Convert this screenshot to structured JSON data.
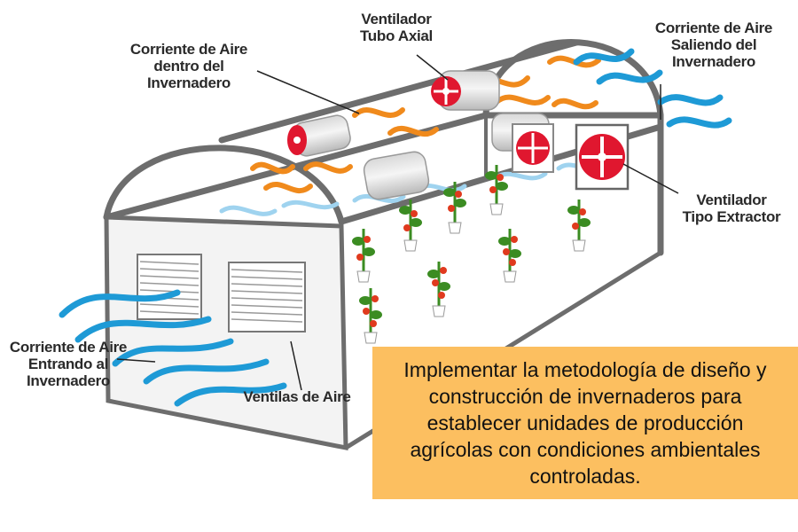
{
  "labels": {
    "fan_axial": [
      "Ventilador",
      "Tubo Axial"
    ],
    "air_inside": [
      "Corriente de Aire",
      "dentro del",
      "Invernadero"
    ],
    "air_out": [
      "Corriente de Aire",
      "Saliendo del",
      "Invernadero"
    ],
    "fan_extractor": [
      "Ventilador",
      "Tipo Extractor"
    ],
    "air_in": [
      "Corriente de Aire",
      "Entrando al",
      "Invernadero"
    ],
    "vents": [
      "Ventilas de Aire"
    ]
  },
  "callout": {
    "text": "Implementar la metodología de diseño y construcción de invernaderos para establecer unidades de producción agrícolas con condiciones ambientales controladas."
  },
  "colors": {
    "frame": "#6d6d6d",
    "wall": "#f2f2f2",
    "air_warm": "#f08a1c",
    "air_cool": "#1e9ad6",
    "air_pale": "#9fd3ef",
    "fan_red": "#e0172f",
    "plant": "#3b8c22",
    "tomato": "#e03a1e",
    "callout_bg": "#fcbf60"
  }
}
